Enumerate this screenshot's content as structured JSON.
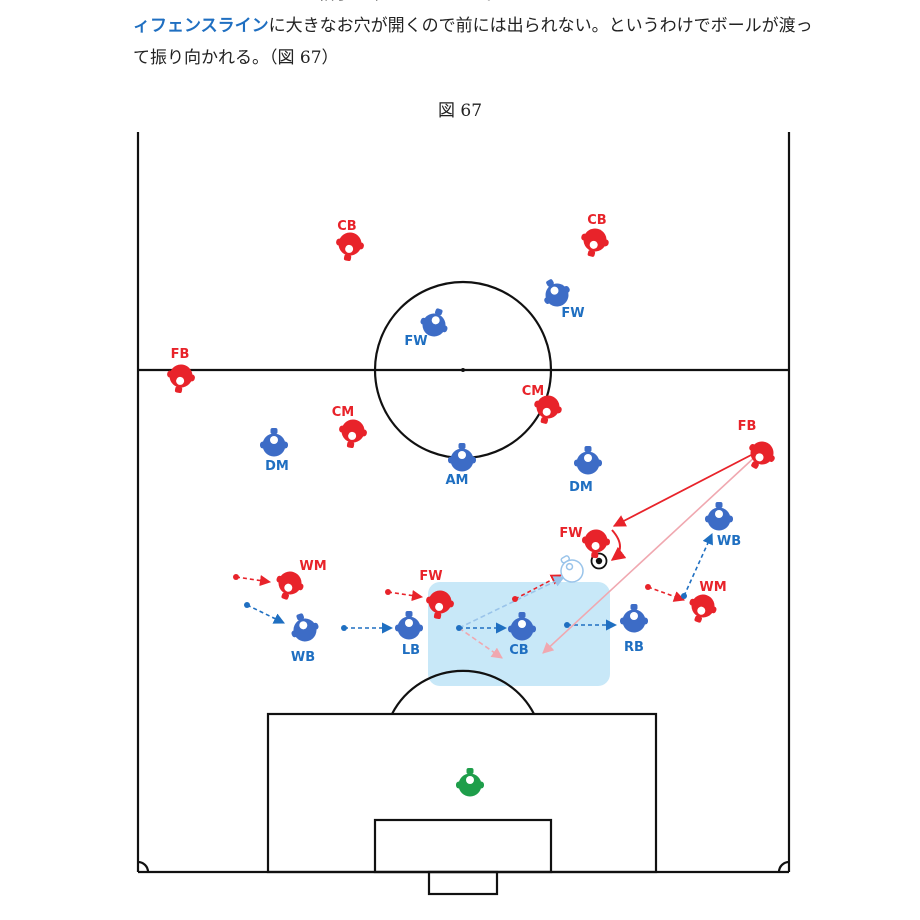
{
  "text": {
    "line1": "　ってたにくどうしても相手が下がってしまう。そしてこれはでもそとっとのりとう",
    "line2_blue": "ィフェンスライン",
    "line2_rest": "に大きなお穴が開くので前には出られない。というわけでボールが渡っ",
    "line3": "て振り向かれる。（図 67）"
  },
  "figure": {
    "caption": "図 67",
    "colors": {
      "attack": "#e8232a",
      "defend": "#3d6cc6",
      "keeper": "#1e9e4a",
      "zone": "#c8e8f8"
    },
    "players": [
      {
        "team": "red",
        "label": "CB"
      },
      {
        "team": "red",
        "label": "CB"
      },
      {
        "team": "red",
        "label": "FB"
      },
      {
        "team": "red",
        "label": "CM"
      },
      {
        "team": "red",
        "label": "CM"
      },
      {
        "team": "red",
        "label": "FB"
      },
      {
        "team": "red",
        "label": "FW"
      },
      {
        "team": "red",
        "label": "WM"
      },
      {
        "team": "red",
        "label": "FW"
      },
      {
        "team": "red",
        "label": "WM"
      },
      {
        "team": "blue",
        "label": "FW"
      },
      {
        "team": "blue",
        "label": "FW"
      },
      {
        "team": "blue",
        "label": "DM"
      },
      {
        "team": "blue",
        "label": "AM"
      },
      {
        "team": "blue",
        "label": "DM"
      },
      {
        "team": "blue",
        "label": "WB"
      },
      {
        "team": "blue",
        "label": "WB"
      },
      {
        "team": "blue",
        "label": "LB"
      },
      {
        "team": "blue",
        "label": "CB"
      },
      {
        "team": "blue",
        "label": "RB"
      },
      {
        "team": "green",
        "label": ""
      }
    ]
  }
}
